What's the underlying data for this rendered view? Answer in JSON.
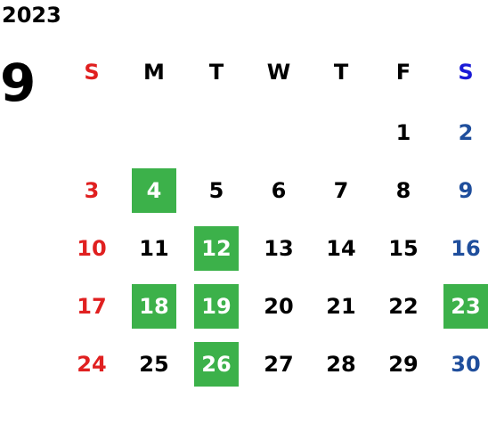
{
  "calendar": {
    "year": "2023",
    "month": "9",
    "weekday_headers": [
      "S",
      "M",
      "T",
      "W",
      "T",
      "F",
      "S"
    ],
    "weeks": [
      [
        "",
        "",
        "",
        "",
        "",
        "1",
        "2"
      ],
      [
        "3",
        "4",
        "5",
        "6",
        "7",
        "8",
        "9"
      ],
      [
        "10",
        "11",
        "12",
        "13",
        "14",
        "15",
        "16"
      ],
      [
        "17",
        "18",
        "19",
        "20",
        "21",
        "22",
        "23"
      ],
      [
        "24",
        "25",
        "26",
        "27",
        "28",
        "29",
        "30"
      ]
    ],
    "highlighted_days": [
      "4",
      "12",
      "18",
      "19",
      "23",
      "26"
    ],
    "colors": {
      "sunday": "#e02020",
      "saturday": "#1f4e9c",
      "saturday_header": "#1a1ad6",
      "highlight": "#3cb14a",
      "text": "#000000"
    }
  }
}
